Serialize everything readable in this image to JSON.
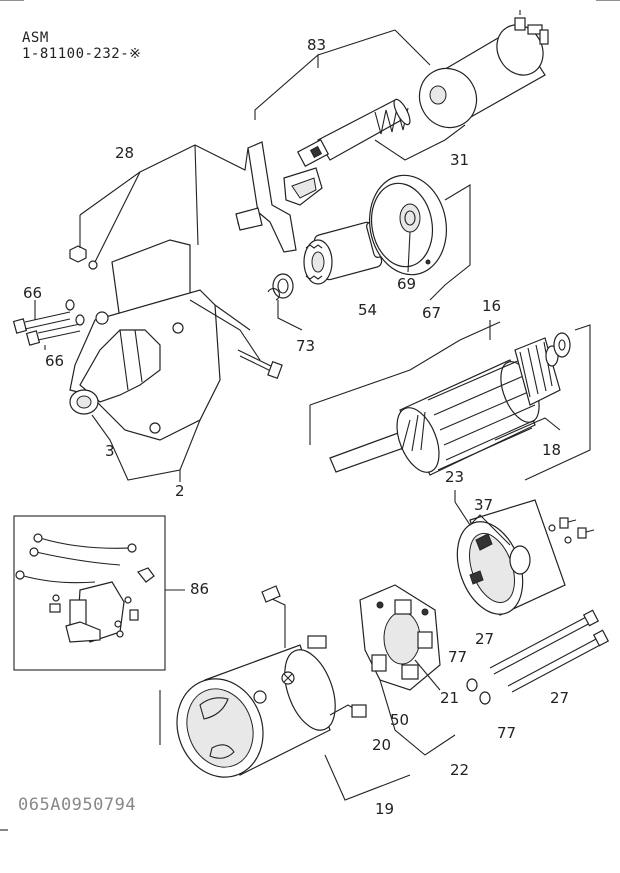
{
  "header": {
    "line1": "ASM",
    "line2": "1-81100-232-※"
  },
  "document_id": "065A0950794",
  "callouts": {
    "c83": "83",
    "c31": "31",
    "c28": "28",
    "c69": "69",
    "c67": "67",
    "c54": "54",
    "c73": "73",
    "c66a": "66",
    "c66b": "66",
    "c16": "16",
    "c18": "18",
    "c3": "3",
    "c2": "2",
    "c23": "23",
    "c37": "37",
    "c86": "86",
    "c27a": "27",
    "c27b": "27",
    "c77a": "77",
    "c77b": "77",
    "c21": "21",
    "c50": "50",
    "c20": "20",
    "c22": "22",
    "c19": "19"
  }
}
